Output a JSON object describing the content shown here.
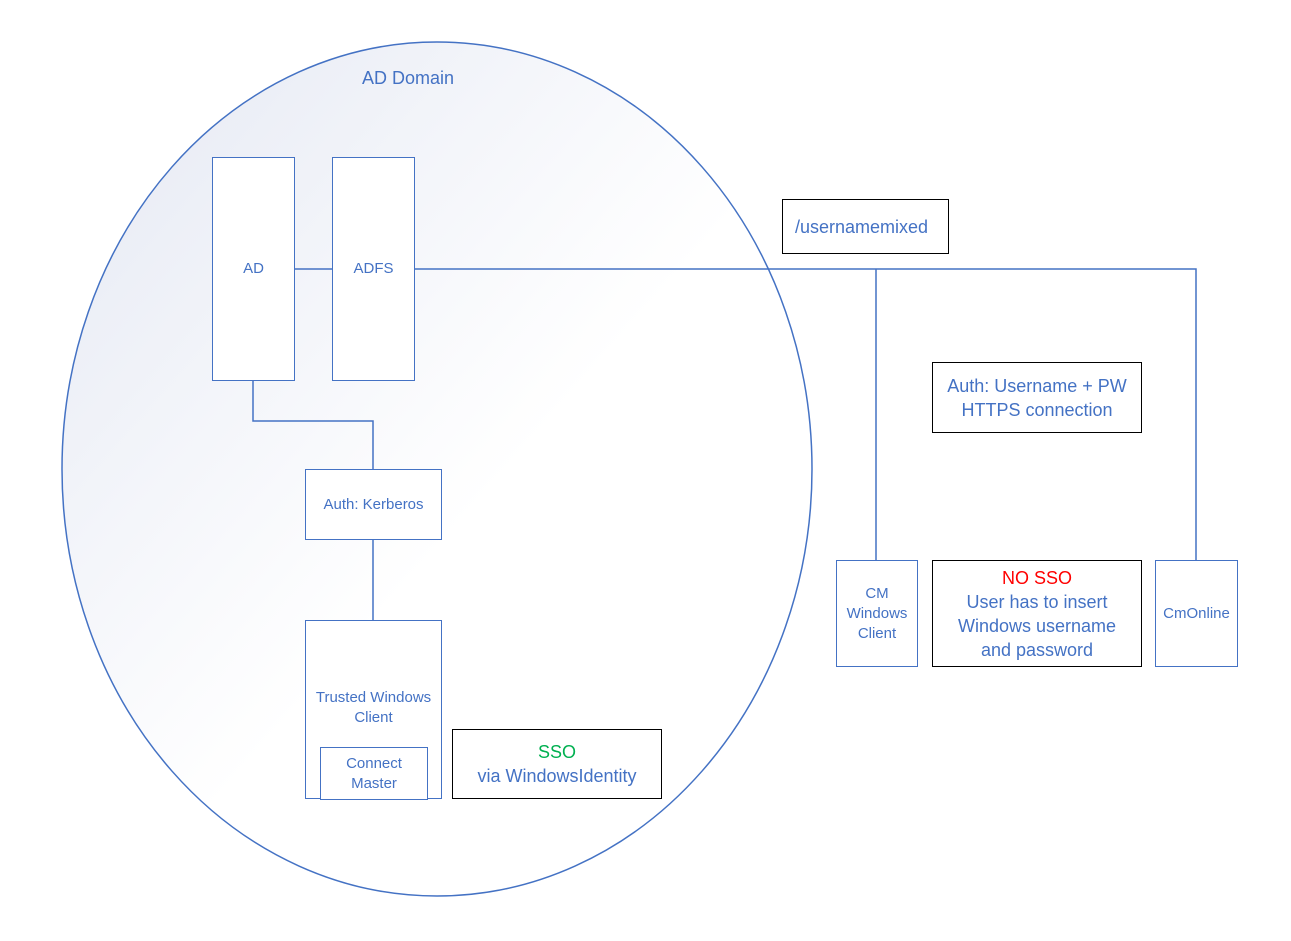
{
  "domain_label": "AD Domain",
  "nodes": {
    "ad": "AD",
    "adfs": "ADFS",
    "kerberos": "Auth: Kerberos",
    "trusted_client": [
      "Trusted Windows",
      "Client"
    ],
    "connect_master": [
      "Connect",
      "Master"
    ],
    "cm_windows_client": [
      "CM",
      "Windows",
      "Client"
    ],
    "cmonline": "CmOnline"
  },
  "notes": {
    "usernamemixed": "/usernamemixed",
    "auth_https": [
      "Auth: Username + PW",
      "HTTPS connection"
    ],
    "no_sso": {
      "title": "NO SSO",
      "lines": [
        "User has to insert",
        "Windows username",
        "and password"
      ]
    },
    "sso": {
      "title": "SSO",
      "line": "via WindowsIdentity"
    }
  },
  "colors": {
    "line": "#4472c4",
    "text": "#4472c4",
    "note_border": "#000000",
    "warning": "#ff0000",
    "ok": "#00b050",
    "domain_fill_light": "#ffffff",
    "domain_fill_dark": "#e4e8f3"
  }
}
